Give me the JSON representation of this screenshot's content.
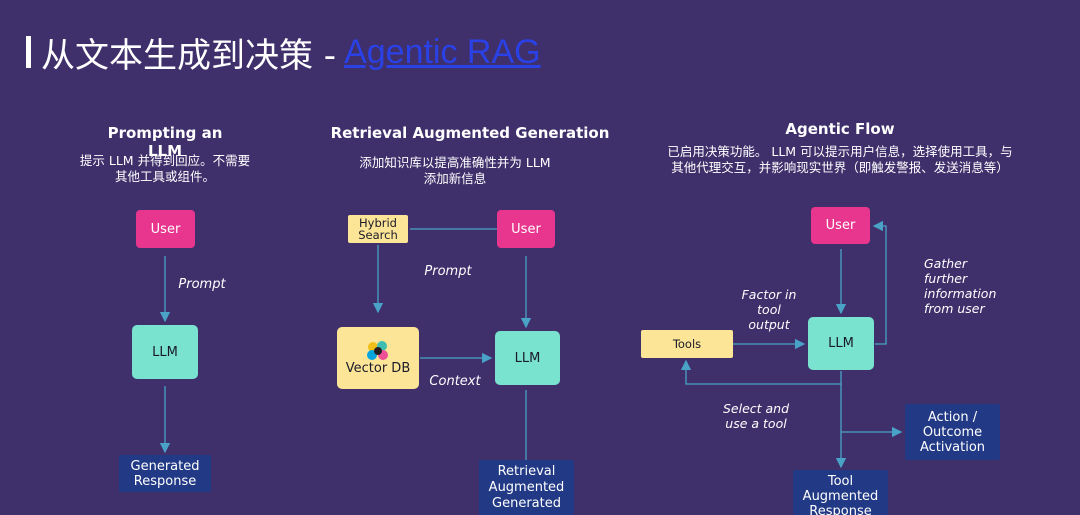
{
  "header": {
    "title": "从文本生成到决策 - ",
    "link": "Agentic RAG"
  },
  "sections": {
    "prompting": {
      "title": "Prompting an LLM",
      "desc_line1": "提示 LLM 并得到回应。不需要",
      "desc_line2": "其他工具或组件。",
      "user": "User",
      "prompt": "Prompt",
      "llm": "LLM",
      "output": "Generated Response"
    },
    "rag": {
      "title": "Retrieval Augmented Generation",
      "desc_line1": "添加知识库以提高准确性并为 LLM",
      "desc_line2": "添加新信息",
      "hybrid": "Hybrid Search",
      "user": "User",
      "prompt": "Prompt",
      "vector_db": "Vector DB",
      "context": "Context",
      "llm": "LLM",
      "output": "Retrieval Augmented Generated"
    },
    "agentic": {
      "title": "Agentic Flow",
      "desc_line1": "已启用决策功能。 LLM 可以提示用户信息，选择使用工具，与",
      "desc_line2": "其他代理交互，并影响现实世界（即触发警报、发送消息等）",
      "user": "User",
      "gather": "Gather further information from user",
      "factor": "Factor in tool output",
      "tools": "Tools",
      "llm": "LLM",
      "select": "Select and use a tool",
      "action": "Action / Outcome Activation",
      "tool_response": "Tool Augmented Response"
    }
  },
  "colors": {
    "background": "#3f2f6b",
    "user_box": "#e8358e",
    "llm_box": "#79e3cf",
    "tool_box": "#fce596",
    "output_box": "#223a86",
    "arrow": "#4aa3c7",
    "link": "#2a41e6"
  }
}
